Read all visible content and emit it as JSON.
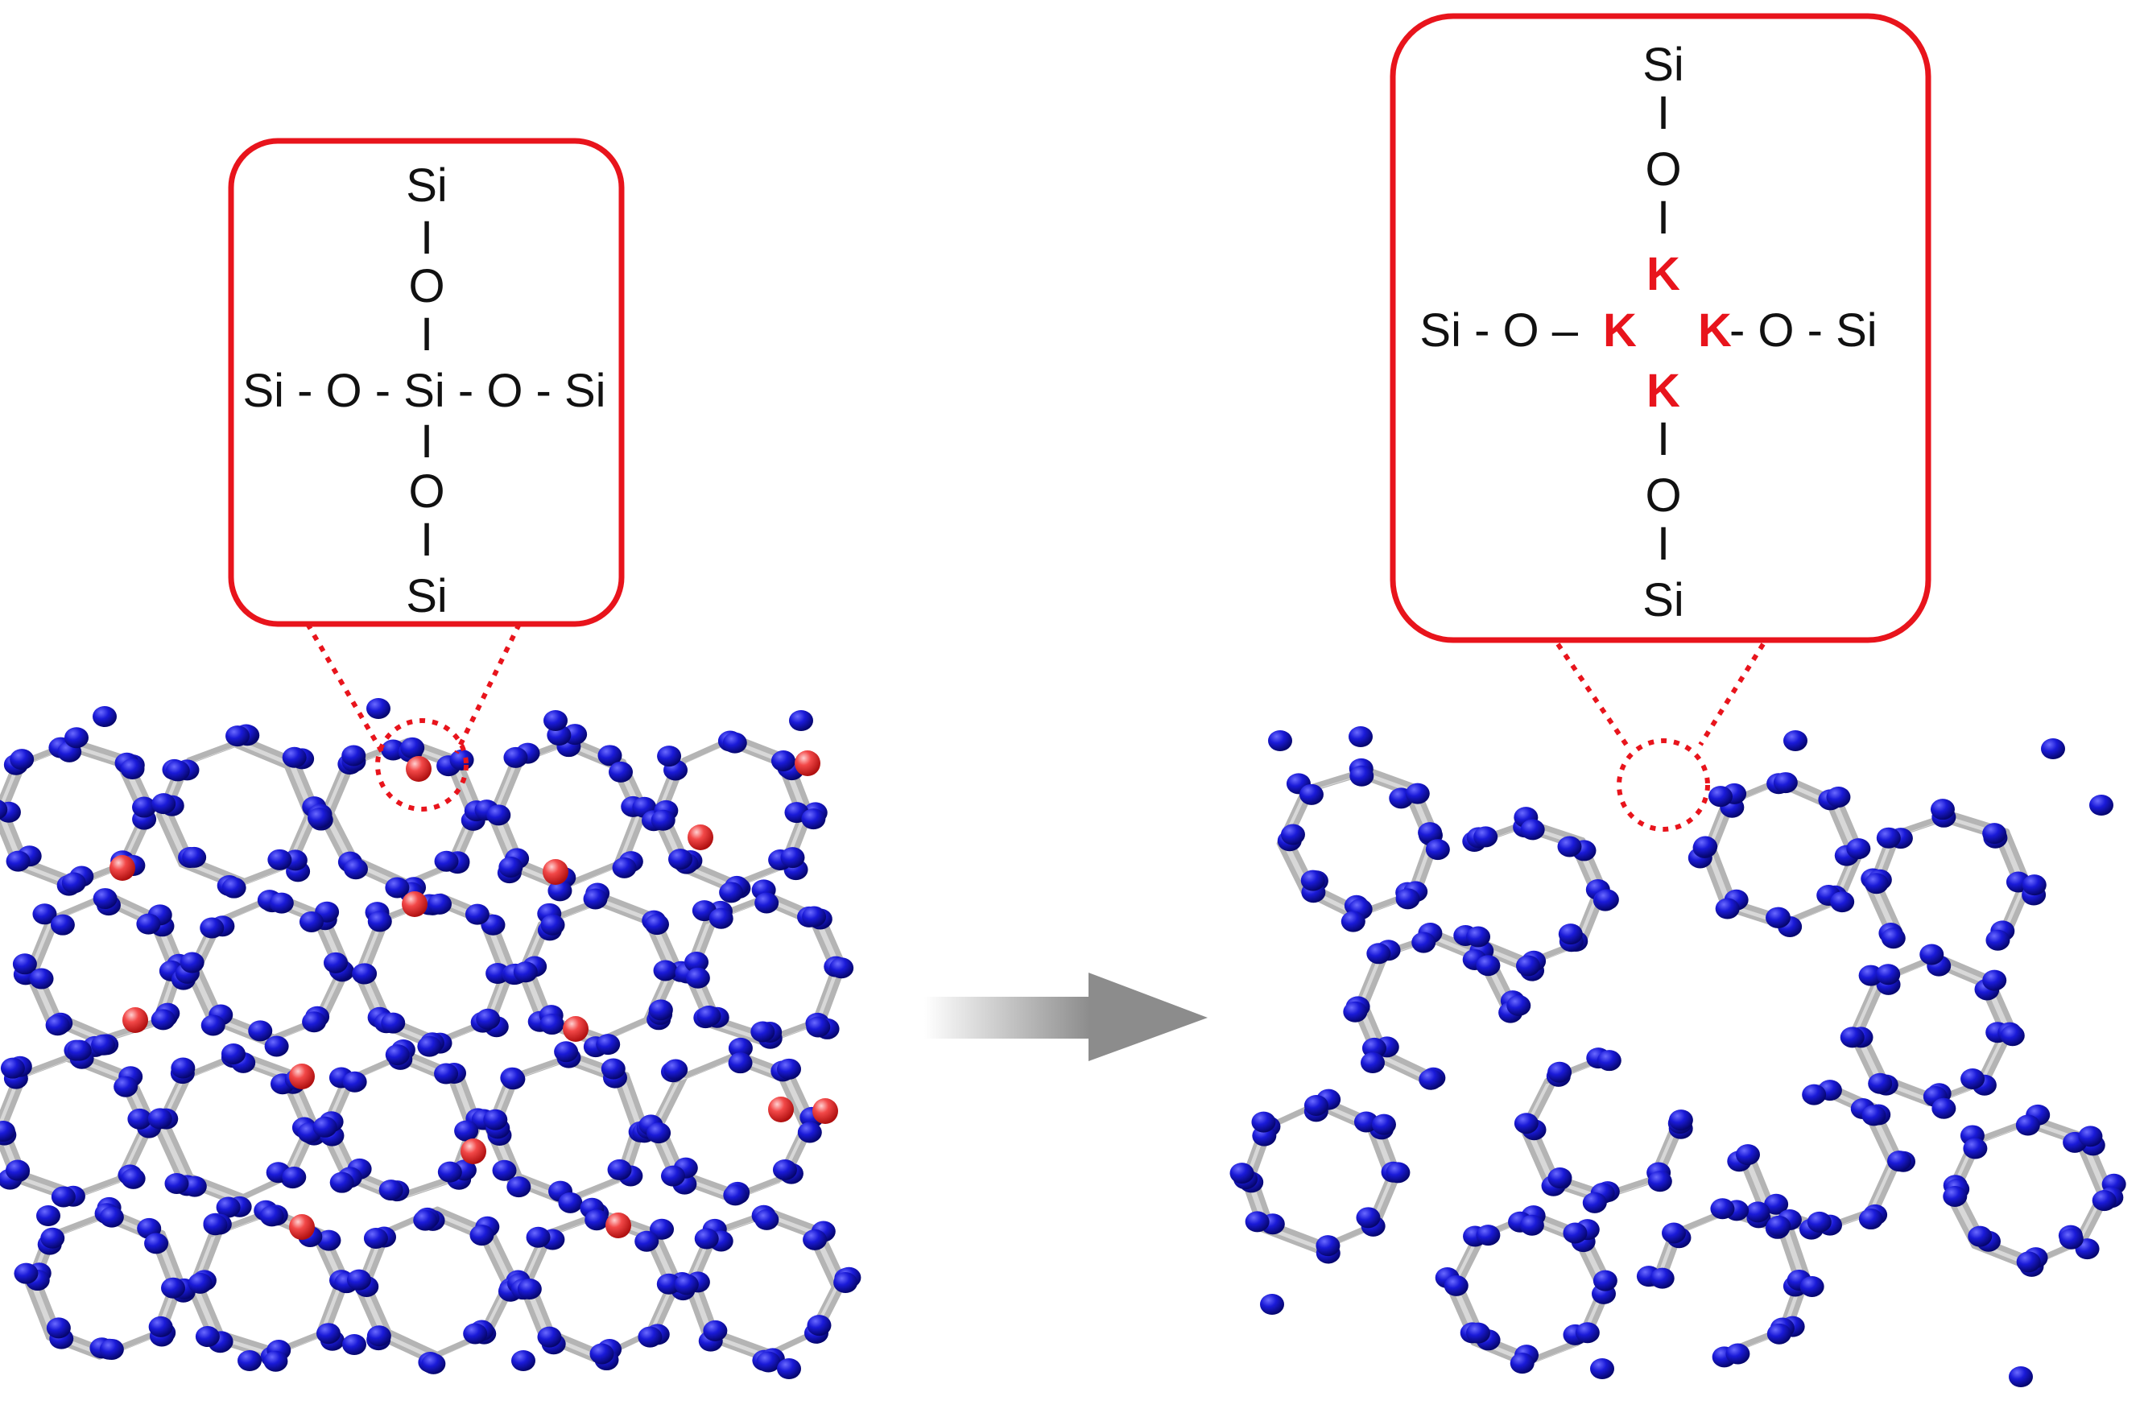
{
  "colors": {
    "callout_border": "#e8141c",
    "potassium": "#e8141c",
    "silicon_atom": "#1010c8",
    "bond": "#b4b4b4",
    "highlight_atom": "#f03a3a",
    "arrow": "#8c8c8c"
  },
  "left_callout": {
    "top": "Si",
    "bond_1": "I",
    "o_top": "O",
    "bond_2": "I",
    "middle_row": "Si - O - Si - O - Si",
    "bond_3": "I",
    "o_bottom": "O",
    "bond_4": "I",
    "bottom": "Si"
  },
  "right_callout": {
    "top": "Si",
    "bond_1": "I",
    "o_top": "O",
    "bond_2": "I",
    "k_top": "K",
    "left_chain": "Si - O –",
    "k_left": "K",
    "k_right": "K",
    "right_chain": "- O - Si",
    "k_bottom": "K",
    "bond_3": "I",
    "o_bottom": "O",
    "bond_4": "I",
    "bottom": "Si"
  },
  "icons": {
    "transition_arrow": "arrow-right-icon"
  }
}
